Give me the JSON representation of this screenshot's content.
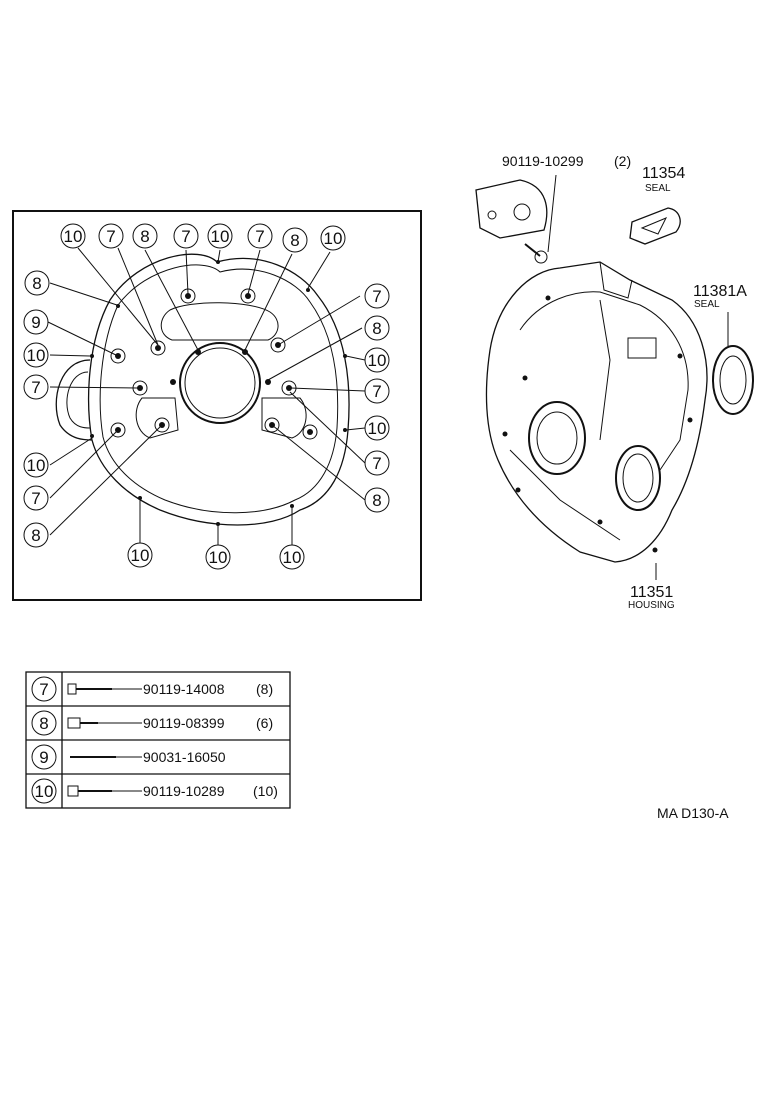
{
  "bolt_callout": {
    "part_no": "90119-10299",
    "qty": "(2)"
  },
  "seal_top": {
    "part_no": "11354",
    "label": "SEAL"
  },
  "seal_right": {
    "part_no": "11381A",
    "label": "SEAL"
  },
  "housing": {
    "part_no": "11351",
    "label": "HOUSING"
  },
  "callouts": {
    "c1": "10",
    "c2": "7",
    "c3": "8",
    "c4": "7",
    "c5": "10",
    "c6": "7",
    "c7": "8",
    "c8": "10",
    "c9": "8",
    "c10": "9",
    "c11": "10",
    "c12": "7",
    "c13": "10",
    "c14": "7",
    "c15": "8",
    "c16": "7",
    "c17": "8",
    "c18": "10",
    "c19": "7",
    "c20": "10",
    "c21": "7",
    "c22": "8",
    "c23": "10",
    "c24": "10",
    "c25": "10"
  },
  "legend": [
    {
      "ref": "7",
      "part_no": "90119-14008",
      "qty": "(8)"
    },
    {
      "ref": "8",
      "part_no": "90119-08399",
      "qty": "(6)"
    },
    {
      "ref": "9",
      "part_no": "90031-16050",
      "qty": ""
    },
    {
      "ref": "10",
      "part_no": "90119-10289",
      "qty": "(10)"
    }
  ],
  "footer_code": "MA D130-A"
}
